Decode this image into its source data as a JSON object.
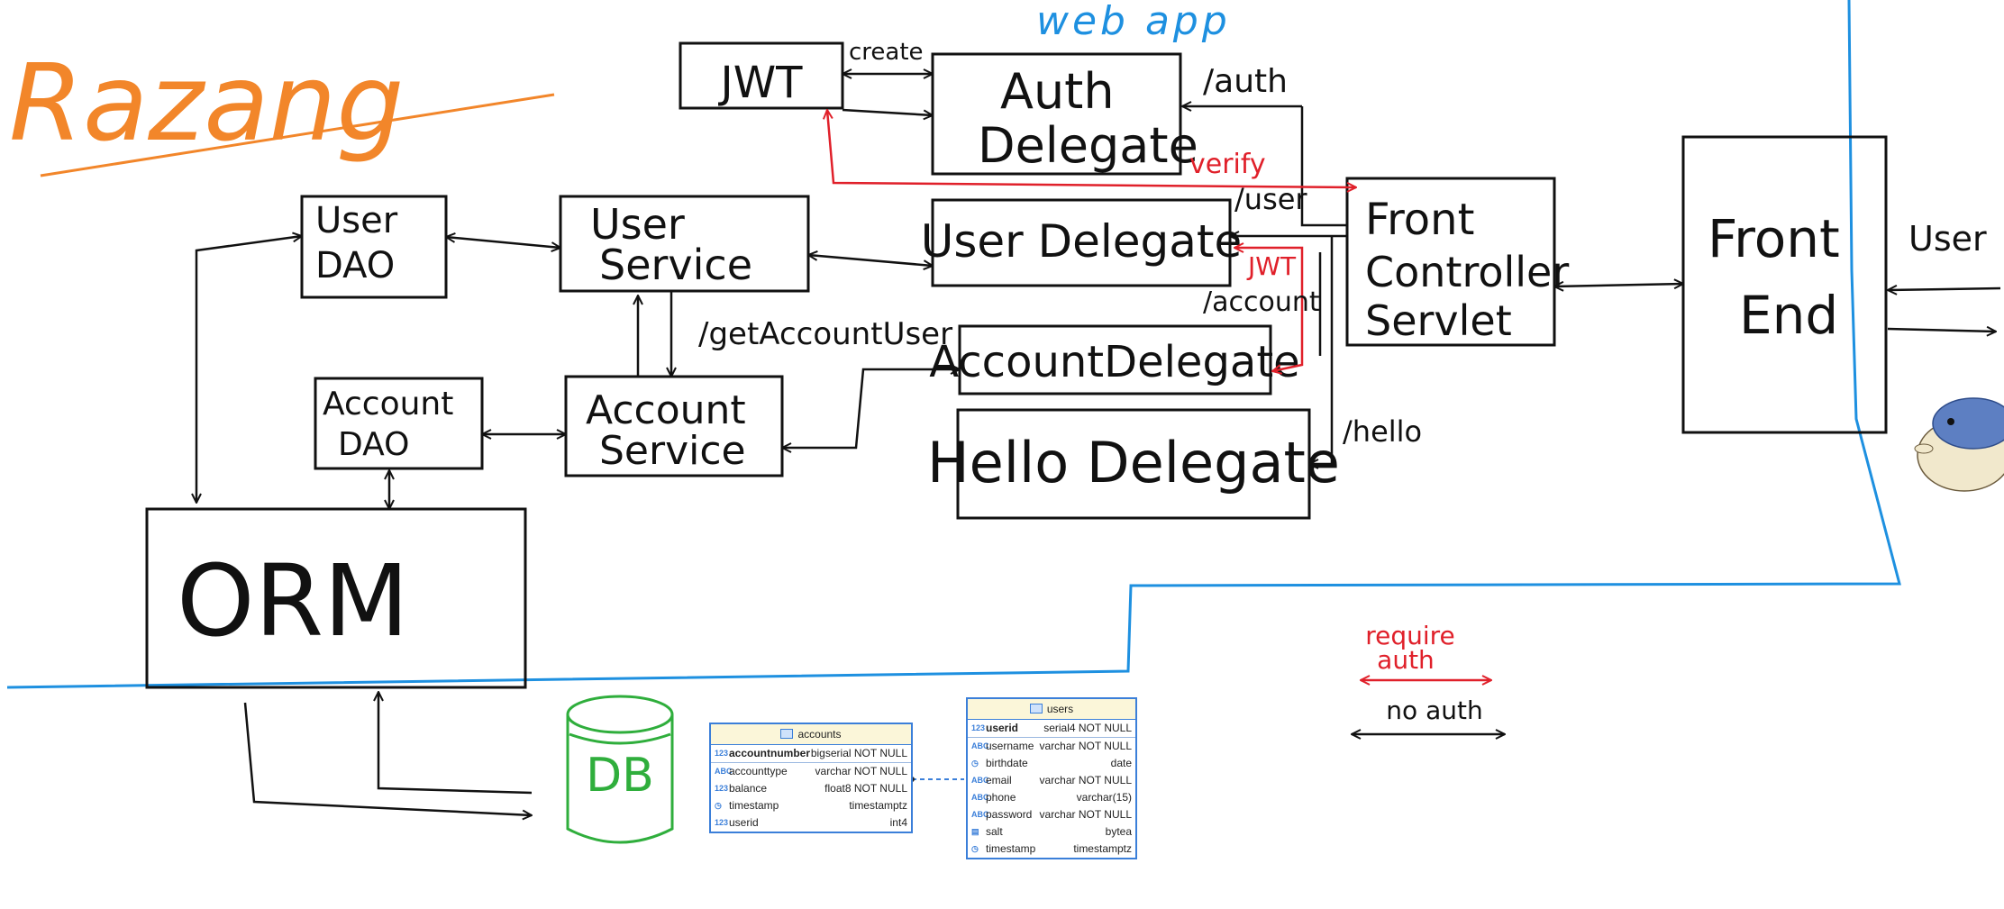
{
  "title": "Razang",
  "web_app_label": "web app",
  "boxes": {
    "jwt": "JWT",
    "auth_delegate": [
      "Auth",
      "Delegate"
    ],
    "user_dao": [
      "User",
      "DAO"
    ],
    "user_service": [
      "User",
      "Service"
    ],
    "user_delegate": "User Delegate",
    "front_controller": [
      "Front",
      "Controller",
      "Servlet"
    ],
    "front_end": [
      "Front",
      "End"
    ],
    "account_dao": [
      "Account",
      "DAO"
    ],
    "account_service": [
      "Account",
      "Service"
    ],
    "account_delegate": "AccountDelegate",
    "hello_delegate": "Hello Delegate",
    "orm": "ORM",
    "db": "DB"
  },
  "edge_labels": {
    "create": "create",
    "auth": "/auth",
    "verify": "verify",
    "user_route": "/user",
    "jwt": "JWT",
    "account_route": "/account",
    "hello_route": "/hello",
    "get_account_user": "/getAccountUser",
    "user_side": "User"
  },
  "legend": {
    "require_auth": [
      "require",
      "auth"
    ],
    "no_auth": "no auth"
  },
  "colors": {
    "ink": "#111111",
    "title": "#f2862a",
    "boundary": "#1e90e0",
    "secured": "#e0202a",
    "db": "#2fae3c",
    "er_border": "#3b7fd9"
  },
  "er": {
    "accounts": {
      "name": "accounts",
      "pk": {
        "name": "accountnumber",
        "type": "bigserial NOT NULL"
      },
      "columns": [
        {
          "icon": "ABC",
          "name": "accounttype",
          "type": "varchar NOT NULL"
        },
        {
          "icon": "123",
          "name": "balance",
          "type": "float8 NOT NULL"
        },
        {
          "icon": "◷",
          "name": "timestamp",
          "type": "timestamptz"
        },
        {
          "icon": "123",
          "name": "userid",
          "type": "int4"
        }
      ]
    },
    "users": {
      "name": "users",
      "pk": {
        "name": "userid",
        "type": "serial4 NOT NULL"
      },
      "columns": [
        {
          "icon": "ABC",
          "name": "username",
          "type": "varchar NOT NULL"
        },
        {
          "icon": "◷",
          "name": "birthdate",
          "type": "date"
        },
        {
          "icon": "ABC",
          "name": "email",
          "type": "varchar NOT NULL"
        },
        {
          "icon": "ABC",
          "name": "phone",
          "type": "varchar(15)"
        },
        {
          "icon": "ABC",
          "name": "password",
          "type": "varchar NOT NULL"
        },
        {
          "icon": "▤",
          "name": "salt",
          "type": "bytea"
        },
        {
          "icon": "◷",
          "name": "timestamp",
          "type": "timestamptz"
        }
      ]
    }
  }
}
